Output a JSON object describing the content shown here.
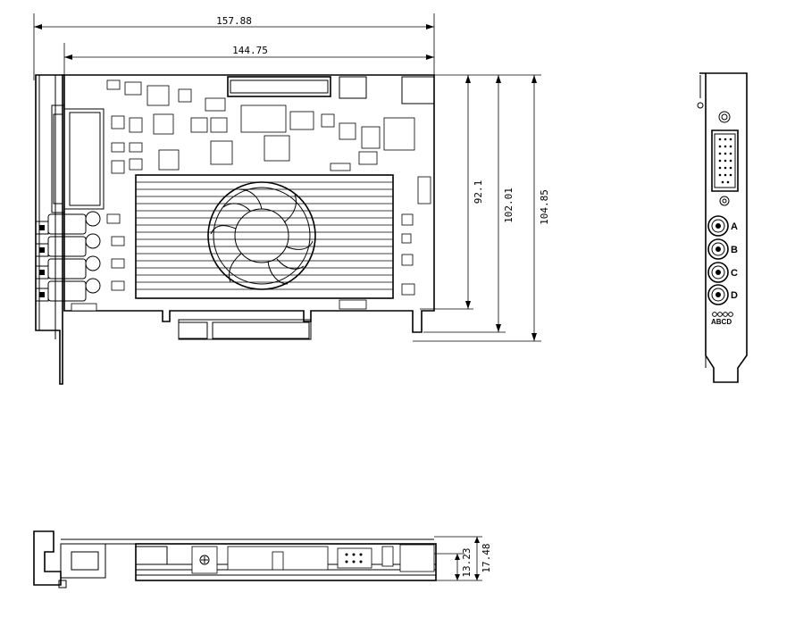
{
  "dimensions": {
    "top_overall_length": "157.88",
    "top_board_length": "144.75",
    "height_a": "92.1",
    "height_b": "102.01",
    "height_c": "104.85",
    "side_height_a": "13.23",
    "side_height_b": "17.48"
  },
  "bracket_connectors": {
    "a": "A",
    "b": "B",
    "c": "C",
    "d": "D",
    "strip": "ABCD"
  }
}
